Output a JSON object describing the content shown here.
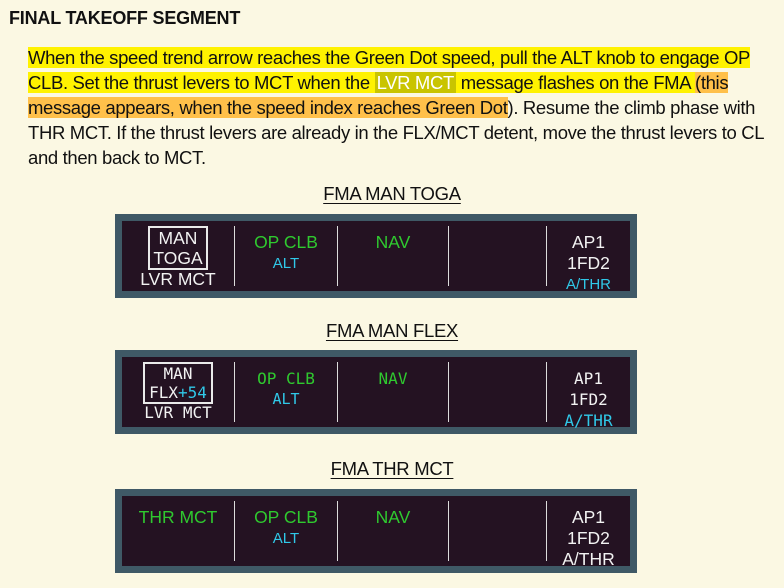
{
  "section_title": "FINAL TAKEOFF SEGMENT",
  "paragraph": {
    "p1": "When the speed trend arrow reaches the Green Dot speed, pull the ALT knob to engage OP CLB. Set the thrust levers to MCT when the ",
    "p2": "LVR MCT",
    "p3": " message flashes on the FMA ",
    "p4": "(this message appears, when the speed index reaches Green Dot",
    "p5": "). Resume the climb phase with THR MCT. If the thrust levers are already in the FLX/MCT detent, move the thrust levers to CL and then back to MCT."
  },
  "fma_toga": {
    "caption": "FMA MAN TOGA",
    "col1": [
      "MAN",
      "TOGA",
      "LVR MCT"
    ],
    "col2": [
      "OP CLB",
      "ALT"
    ],
    "col3": "NAV",
    "col5": [
      "AP1",
      "1FD2",
      "A/THR"
    ]
  },
  "fma_flex": {
    "caption": "FMA MAN FLEX",
    "col1": [
      "MAN",
      "FLX",
      "+54",
      "LVR MCT"
    ],
    "col2": [
      "OP CLB",
      "ALT"
    ],
    "col3": "NAV",
    "col5": [
      "AP1",
      "1FD2",
      "A/THR"
    ]
  },
  "fma_thr": {
    "caption": "FMA THR MCT",
    "col1": "THR MCT",
    "col2": [
      "OP CLB",
      "ALT"
    ],
    "col3": "NAV",
    "col5": [
      "AP1",
      "1FD2",
      "A/THR"
    ]
  },
  "colors": {
    "page_bg": "#fbf8e3",
    "highlight_yellow": "#fff200",
    "highlight_orange": "#ffc04a",
    "fma_bg": "#241222",
    "fma_frame": "#3f5966",
    "fma_green": "#2fc92f",
    "fma_cyan": "#30c8e8",
    "fma_white": "#f2f2f2"
  }
}
